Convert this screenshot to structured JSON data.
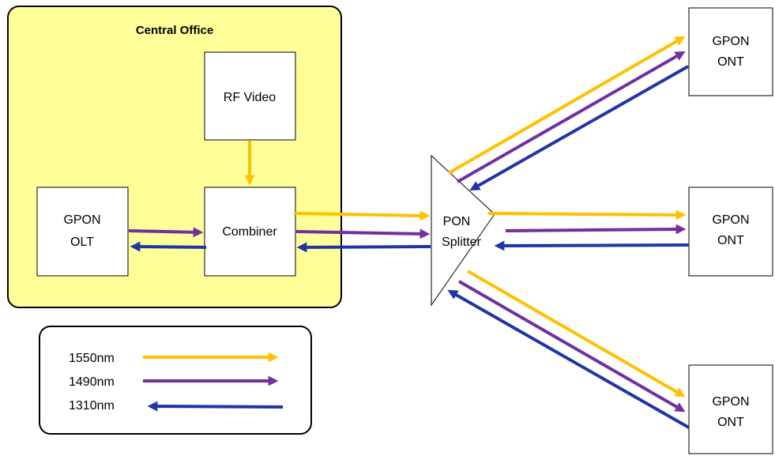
{
  "central_office": {
    "title": "Central Office",
    "fill": "#ffff99"
  },
  "blocks": {
    "rf_video": "RF Video",
    "olt_line1": "GPON",
    "olt_line2": "OLT",
    "combiner": "Combiner",
    "splitter_line1": "PON",
    "splitter_line2": "Splitter",
    "ont_line1": "GPON",
    "ont_line2": "ONT"
  },
  "legend": {
    "items": [
      {
        "label": "1550nm",
        "color": "#ffc000",
        "direction": "right"
      },
      {
        "label": "1490nm",
        "color": "#7030a0",
        "direction": "right"
      },
      {
        "label": "1310nm",
        "color": "#1f35a7",
        "direction": "left"
      }
    ]
  },
  "wavelength_colors": {
    "1550nm": "#ffc000",
    "1490nm": "#7030a0",
    "1310nm": "#1f35a7"
  }
}
